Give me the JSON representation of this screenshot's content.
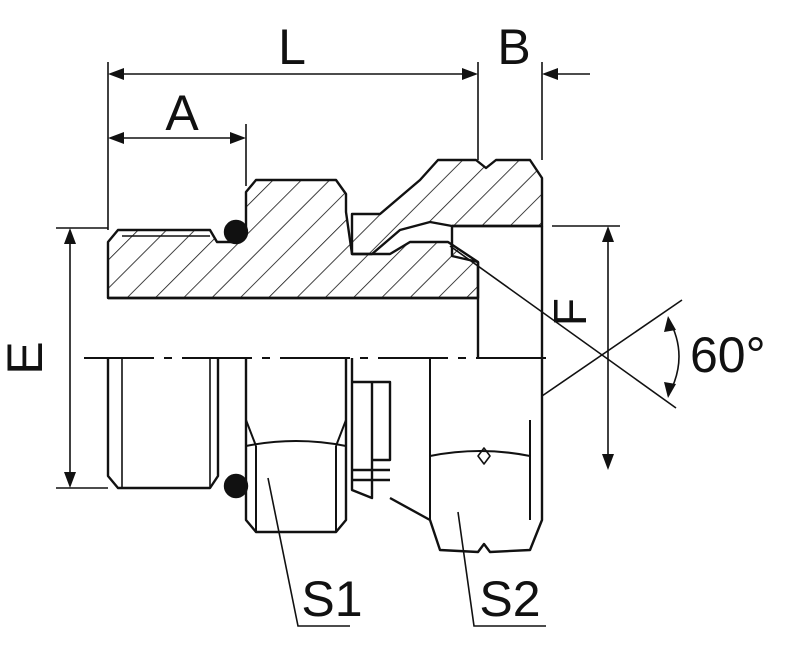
{
  "labels": {
    "L": "L",
    "B": "B",
    "A": "A",
    "E": "E",
    "F": "F",
    "angle": "60°",
    "S1": "S1",
    "S2": "S2"
  },
  "colors": {
    "stroke": "#111111",
    "background": "#ffffff"
  }
}
